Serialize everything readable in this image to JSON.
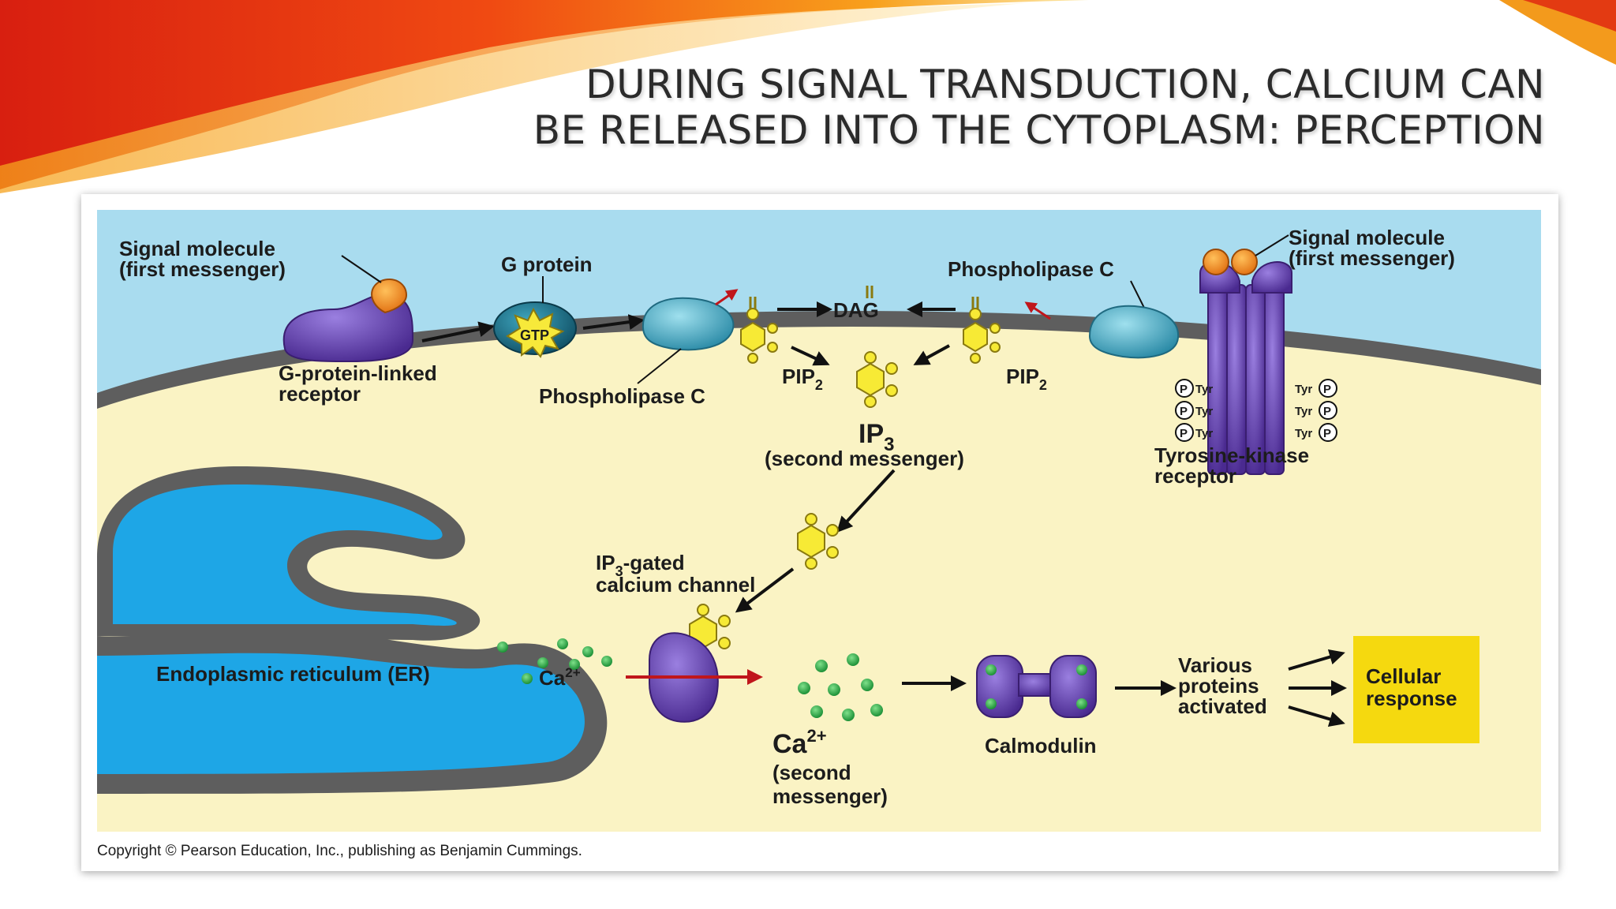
{
  "slide": {
    "title_line1": "During signal transduction, calcium can",
    "title_line2": "be released into the cytoplasm: perception"
  },
  "colors": {
    "swoosh_red": "#e02a10",
    "swoosh_orange": "#f7a21b",
    "extracellular_blue": "#a9dcef",
    "cytoplasm_yellow": "#faf3c4",
    "membrane_gray": "#5e5e5e",
    "er_lumen_blue": "#1ea6e6",
    "receptor_purple": "#6b3fb0",
    "gprotein_teal": "#2a8aa6",
    "ligand_orange": "#ef8a1e",
    "ip3_yellow": "#f7ea35",
    "calcium_green": "#2aa24a",
    "response_box_yellow": "#f5d90f",
    "arrow_red": "#c0161b"
  },
  "diagram": {
    "labels": {
      "signal_molecule_left_1": "Signal molecule",
      "signal_molecule_left_2": "(first messenger)",
      "g_protein": "G protein",
      "gtp": "GTP",
      "g_protein_linked_receptor_1": "G-protein-linked",
      "g_protein_linked_receptor_2": "receptor",
      "phospholipase_c_bottom": "Phospholipase C",
      "dag": "DAG",
      "pip2_left": "PIP",
      "pip2_right": "PIP",
      "pip2_subscript": "2",
      "phospholipase_c_top": "Phospholipase C",
      "signal_molecule_right_1": "Signal molecule",
      "signal_molecule_right_2": "(first messenger)",
      "ip3": "IP",
      "ip3_subscript": "3",
      "second_messenger_ip3": "(second messenger)",
      "tyrosine_kinase_receptor_1": "Tyrosine-kinase",
      "tyrosine_kinase_receptor_2": "receptor",
      "tyr": "Tyr",
      "phosphate": "P",
      "ip3_gated_channel_1a": "IP",
      "ip3_gated_channel_1b": "3",
      "ip3_gated_channel_1c": "-gated",
      "ip3_gated_channel_2": "calcium channel",
      "endoplasmic_reticulum": "Endoplasmic reticulum (ER)",
      "ca_er": "Ca",
      "ca_er_charge": "2+",
      "ca_cyto": "Ca",
      "ca_cyto_charge": "2+",
      "second_messenger_ca_1": "(second",
      "second_messenger_ca_2": "messenger)",
      "calmodulin": "Calmodulin",
      "various_proteins_1": "Various",
      "various_proteins_2": "proteins",
      "various_proteins_3": "activated",
      "cellular_response_1": "Cellular",
      "cellular_response_2": "response"
    },
    "copyright": "Copyright © Pearson Education, Inc., publishing as Benjamin Cummings."
  }
}
